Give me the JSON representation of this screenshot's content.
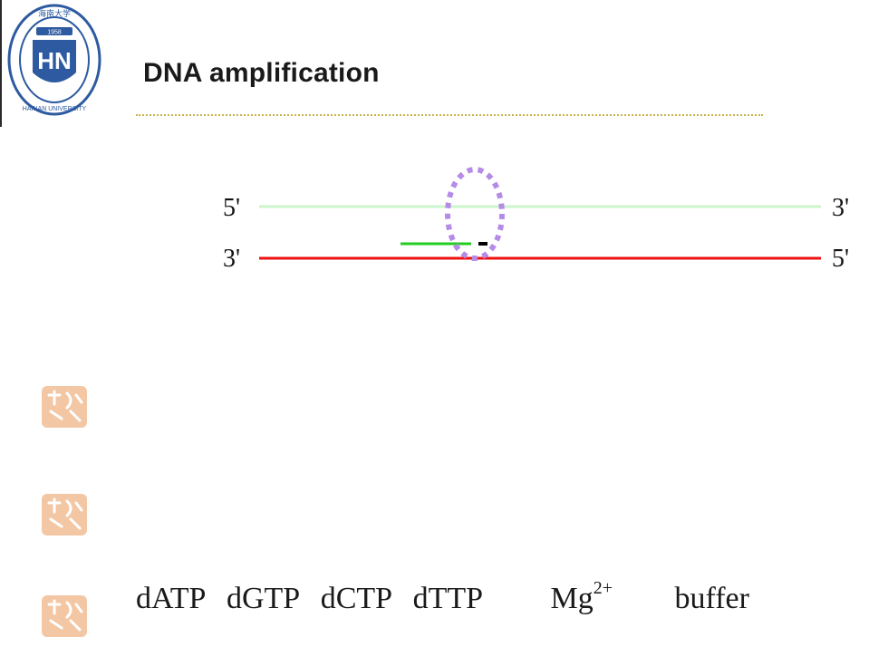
{
  "slide": {
    "title": "DNA amplification",
    "logo": {
      "emblem_letters": "HN",
      "year": "1958",
      "ring_text": "HAINAN UNIVERSITY",
      "ring_text_cn": "海南大学"
    }
  },
  "strands": {
    "top": {
      "left_label": "5'",
      "right_label": "3'",
      "color": "#ccf5cc"
    },
    "bottom": {
      "left_label": "3'",
      "right_label": "5'",
      "color": "#ee1111"
    },
    "primer_color": "#22cc22",
    "added_nucleotide_color": "#000000",
    "highlight_color": "#b58be8"
  },
  "components": {
    "nucleotides": [
      "dATP",
      "dGTP",
      "dCTP",
      "dTTP"
    ],
    "magnesium": {
      "base": "Mg",
      "superscript": "2+"
    },
    "buffer": "buffer"
  },
  "colors": {
    "title_rule": "#c9b44a",
    "logo_blue": "#2d5aa0",
    "bullet_seal": "#f3c7a4"
  }
}
